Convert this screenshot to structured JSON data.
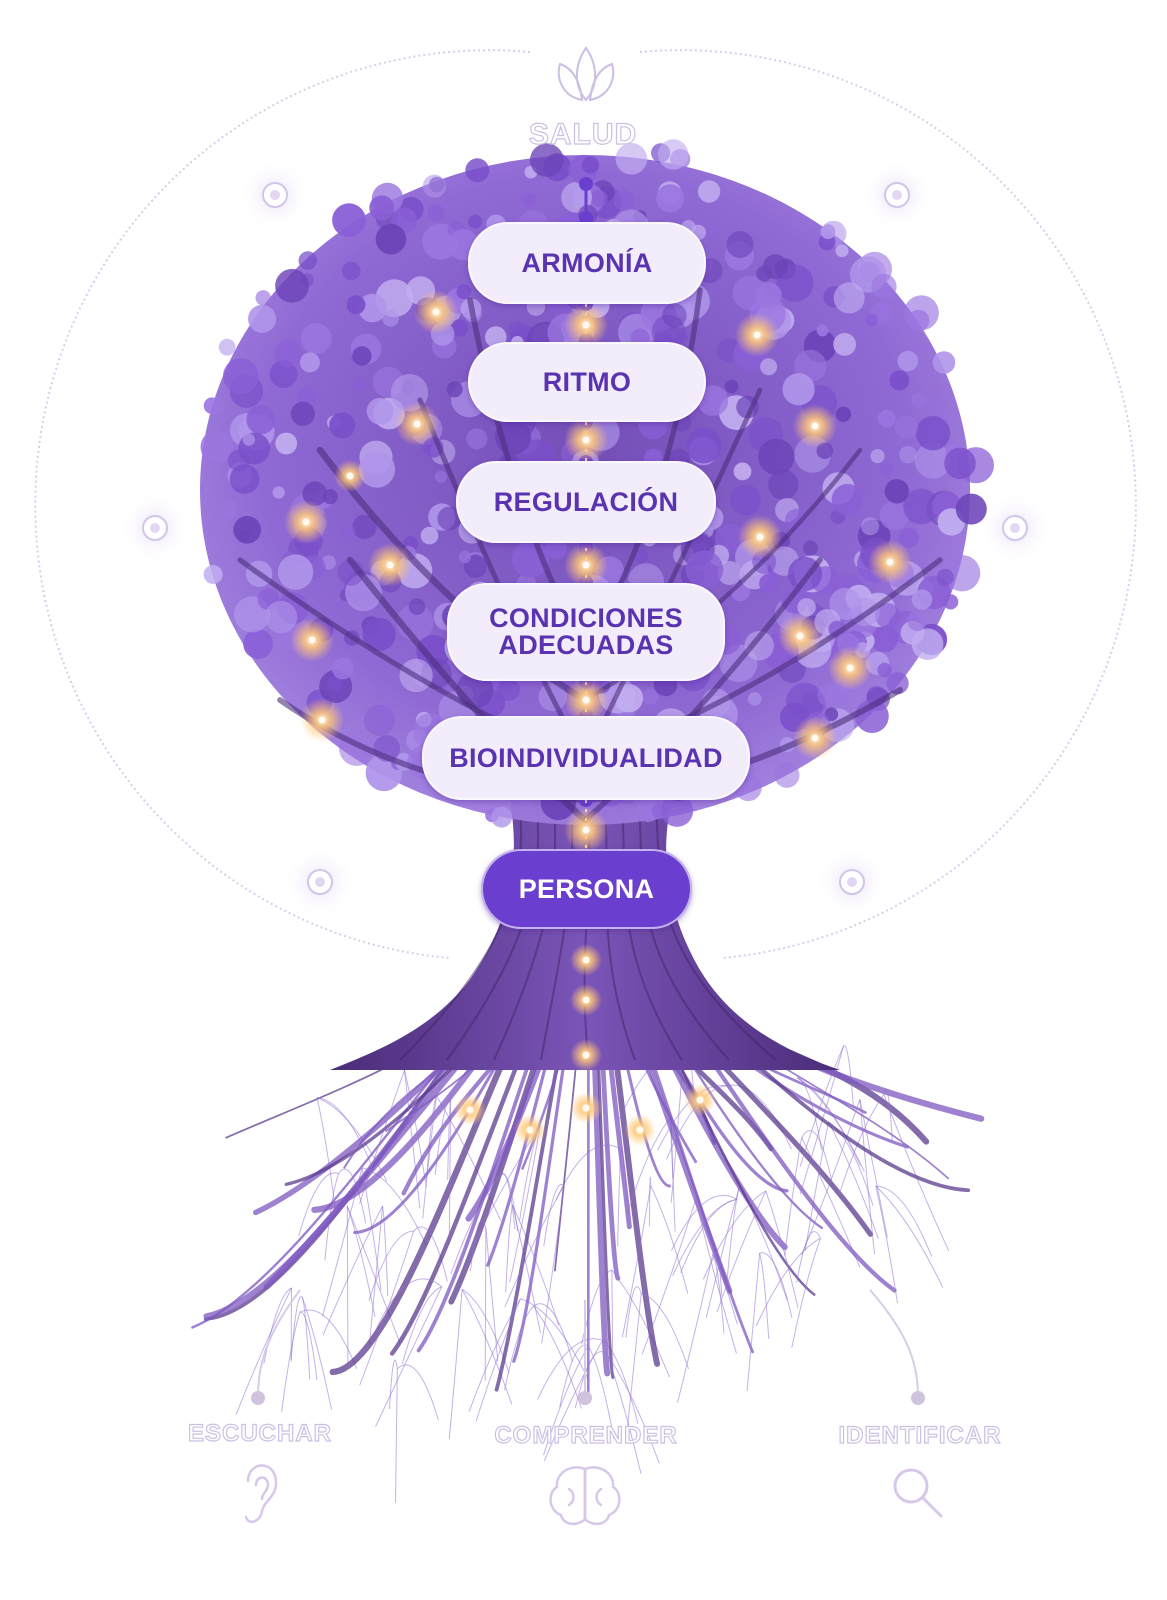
{
  "top": {
    "label": "SALUD",
    "icon": "lotus-icon"
  },
  "levels": [
    {
      "id": "armonia",
      "label": "ARMONÍA"
    },
    {
      "id": "ritmo",
      "label": "RITMO"
    },
    {
      "id": "regulacion",
      "label": "REGULACIÓN"
    },
    {
      "id": "condiciones",
      "label": "CONDICIONES ADECUADAS"
    },
    {
      "id": "bioindividualidad",
      "label": "BIOINDIVIDUALIDAD"
    }
  ],
  "core": {
    "label": "PERSONA"
  },
  "bottom": [
    {
      "label": "ESCUCHAR",
      "icon": "ear-icon"
    },
    {
      "label": "COMPRENDER",
      "icon": "brain-icon"
    },
    {
      "label": "IDENTIFICAR",
      "icon": "magnifier-icon"
    }
  ],
  "colors": {
    "accent": "#6a3fcf",
    "pill_bg": "#f3ecfb",
    "pill_text": "#5a34b0",
    "foliage": "#8a5fd6",
    "trunk": "#5b3a8e",
    "glow": "#ffc878",
    "faint": "#d9cdea"
  }
}
